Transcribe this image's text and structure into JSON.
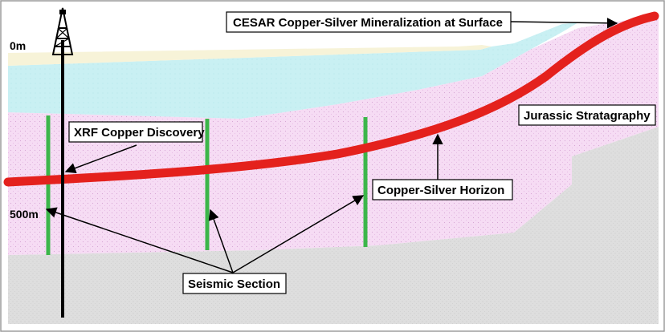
{
  "labels": {
    "surface_mineralization": "CESAR Copper-Silver Mineralization at Surface",
    "xrf_discovery": "XRF Copper Discovery",
    "jurassic": "Jurassic Stratagraphy",
    "horizon": "Copper-Silver Horizon",
    "seismic": "Seismic Section"
  },
  "depth_markers": {
    "top": "0m",
    "mid": "500m"
  },
  "colors": {
    "surface_band": "#f7f3d8",
    "water_layer": "#c9f0f3",
    "jurassic_layer": "#f6dcf4",
    "basement": "#dcdcdc",
    "copper_horizon": "#e4211d",
    "seismic_line": "#3cb64a",
    "drill_rig": "#000000"
  },
  "icons": {
    "drill_rig": "drill-rig-icon"
  }
}
